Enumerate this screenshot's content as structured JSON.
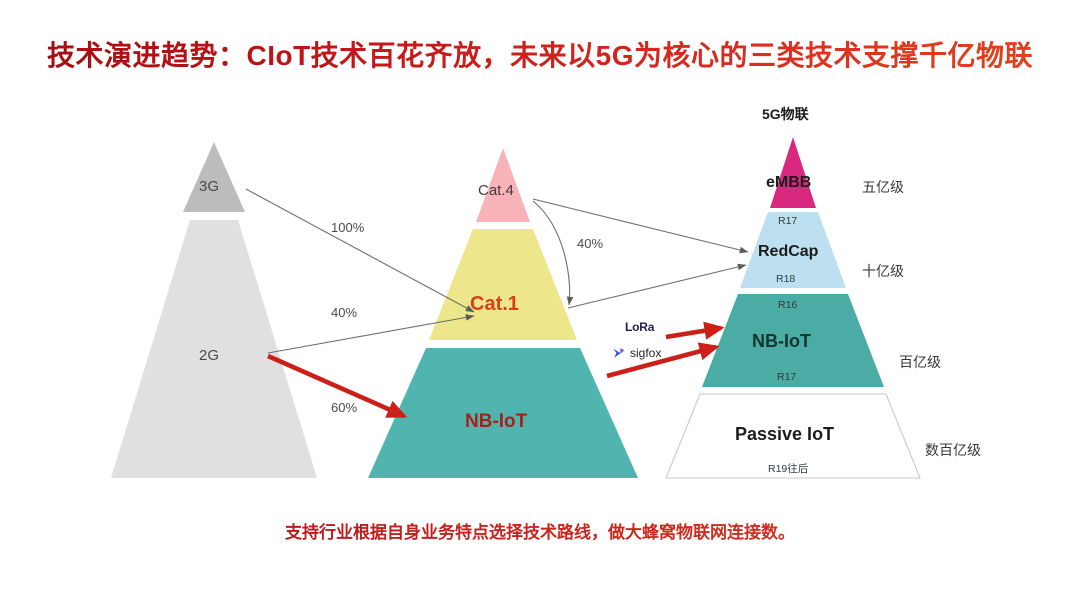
{
  "title": "技术演进趋势：CIoT技术百花齐放，未来以5G为核心的三类技术支撑千亿物联",
  "caption": "支持行业根据自身业务特点选择技术路线，做大蜂窝物联网连接数。",
  "colors": {
    "title_red": "#bf1417",
    "grey_dark": "#bcbcbc",
    "grey_light": "#e0e0e0",
    "pink": "#f7b3b8",
    "yellow": "#ede68a",
    "teal": "#4fb5ae",
    "magenta": "#d9297f",
    "light_blue": "#bce0ef",
    "teal_dark": "#4aaca4",
    "arrow_red": "#cc1f17",
    "arrow_grey": "#6e6e6e"
  },
  "legacy_pyramid": {
    "name": "legacy-network-pyramid",
    "bands": [
      {
        "label": "3G",
        "fill": "#bcbcbc",
        "text_color": "#3a3a3a"
      },
      {
        "label": "2G",
        "fill": "#e0e0e0",
        "text_color": "#4a4a4a"
      }
    ]
  },
  "cat_pyramid": {
    "name": "cellular-iot-pyramid",
    "bands": [
      {
        "label": "Cat.4",
        "fill": "#f7b3b8",
        "text_color": "#4a3a3a"
      },
      {
        "label": "Cat.1",
        "fill": "#ede68a",
        "text_color": "#d8401b"
      },
      {
        "label": "NB-IoT",
        "fill": "#4fb5ae",
        "text_color": "#a52219"
      }
    ]
  },
  "fiveg_pyramid": {
    "name": "5g-iot-pyramid",
    "heading": "5G物联",
    "bands": [
      {
        "label": "eMBB",
        "fill": "#d9297f",
        "text_color": "#1c1c1c",
        "top_release": "",
        "bottom_release": "",
        "scale": "五亿级"
      },
      {
        "label": "RedCap",
        "fill": "#bce0ef",
        "text_color": "#1c1c1c",
        "top_release": "R17",
        "bottom_release": "R18",
        "scale": "十亿级"
      },
      {
        "label": "NB-IoT",
        "fill": "#4aaca4",
        "text_color": "#14342f",
        "top_release": "R16",
        "bottom_release": "R17",
        "scale": "百亿级"
      },
      {
        "label": "Passive IoT",
        "fill": "#ffffff",
        "text_color": "#1c1c1c",
        "top_release": "",
        "bottom_release": "R19往后",
        "scale": "数百亿级"
      }
    ]
  },
  "migration_labels": {
    "three_g_to_cat1": "100%",
    "two_g_to_cat1": "40%",
    "two_g_to_nbiot": "60%",
    "cat4_to_cat1": "40%"
  },
  "lpwan_logos": {
    "lora": "LoRa",
    "sigfox": "sigfox"
  }
}
